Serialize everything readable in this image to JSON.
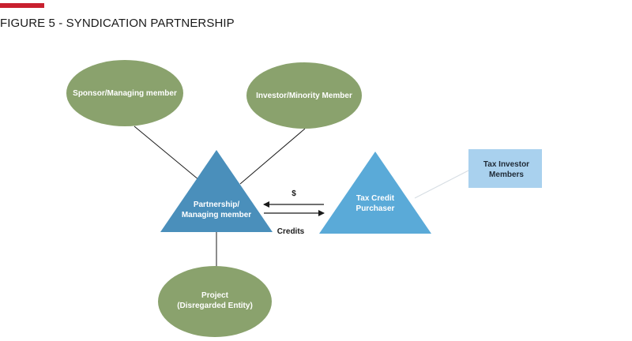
{
  "figure": {
    "title": "FIGURE 5 - SYNDICATION PARTNERSHIP",
    "accent_color": "#c8202f"
  },
  "colors": {
    "ellipse_fill": "#8aa26d",
    "partnership_triangle": "#4a8fbb",
    "purchaser_triangle": "#5aaad8",
    "tax_box_fill": "#a9d1ee",
    "connector": "#1a1a1a",
    "faint_connector": "#d6dde3"
  },
  "nodes": {
    "sponsor": {
      "label": "Sponsor/Managing member"
    },
    "investor": {
      "label": "Investor/Minority Member"
    },
    "partnership": {
      "line1": "Partnership/",
      "line2": "Managing member"
    },
    "purchaser": {
      "line1": "Tax Credit",
      "line2": "Purchaser"
    },
    "tax_investors": {
      "line1": "Tax Investor",
      "line2": "Members"
    },
    "project": {
      "line1": "Project",
      "line2": "(Disregarded Entity)"
    }
  },
  "flows": {
    "money_label": "$",
    "credits_label": "Credits"
  }
}
